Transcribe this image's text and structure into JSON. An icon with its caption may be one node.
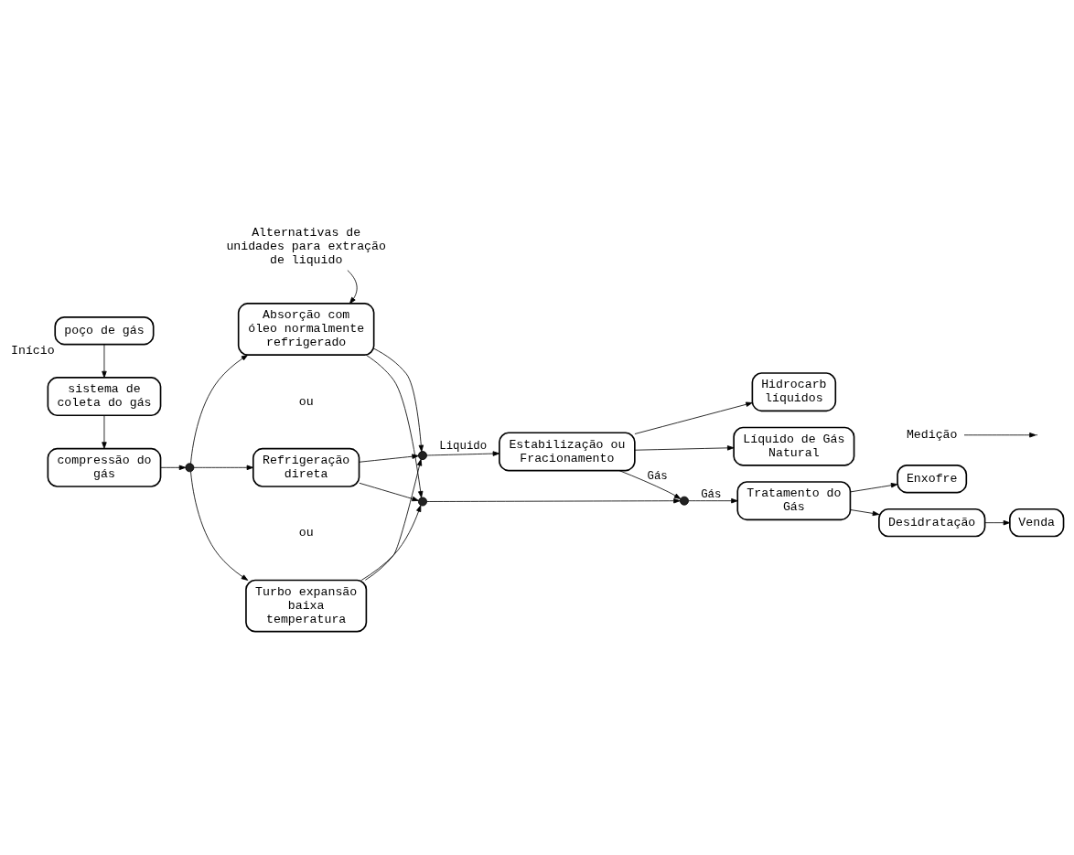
{
  "diagram": {
    "nodes": [
      {
        "text": [
          "poço de gás"
        ],
        "beside": [
          "Início"
        ]
      },
      {
        "text": [
          "sistema de coleta do gás"
        ]
      },
      {
        "text": [
          "compressão do gás"
        ]
      },
      {
        "text": [
          "Absorção com óleo normalmente refrigerado"
        ]
      },
      {
        "text": [
          "Refrigeração direta"
        ]
      },
      {
        "text": [
          "Turbo expansão baixa temperatura"
        ]
      },
      {
        "text": [],
        "shape": "circle"
      },
      {
        "text": [],
        "shape": "circle"
      },
      {
        "text": [],
        "shape": "circle"
      },
      {
        "text": [],
        "shape": "circle"
      },
      {
        "text": [
          "Tratamento do Gás"
        ]
      },
      {
        "text": [
          "Enxofre"
        ]
      },
      {
        "text": [
          "Desidratação"
        ]
      },
      {
        "text": [
          "Venda"
        ]
      },
      {
        "text": [
          "Estabilização ou Fracionamento"
        ]
      },
      {
        "text": [
          "Hidrocarb líquidos"
        ]
      },
      {
        "text": [
          "Líquido de Gás Natural"
        ]
      },
      {
        "text": [
          "Alternativas de unidades para extração de liquido"
        ]
      },
      {
        "text": [
          "Medição"
        ]
      }
    ],
    "edges": [
      {
        "from": 0,
        "to": 1,
        "arrow": "to"
      },
      {
        "from": 1,
        "to": 2,
        "arrow": "to"
      },
      {
        "from": 2,
        "to": 6,
        "arrow": "to"
      },
      {
        "from": 6,
        "to": 3,
        "arrow": "to"
      },
      {
        "from": 6,
        "to": 4,
        "arrow": "to"
      },
      {
        "from": 6,
        "to": 5,
        "arrow": "to"
      },
      {
        "from": 3,
        "to": 7,
        "arrow": "to"
      },
      {
        "from": 4,
        "to": 7,
        "arrow": "to"
      },
      {
        "from": 5,
        "to": 7,
        "arrow": "to"
      },
      {
        "from": 3,
        "to": 8,
        "arrow": "to"
      },
      {
        "from": 4,
        "to": 8,
        "arrow": "to"
      },
      {
        "from": 5,
        "to": 8,
        "arrow": "to"
      },
      {
        "from": 7,
        "to": 9,
        "arrow": "to"
      },
      {
        "from": 9,
        "to": 10,
        "arrow": "to",
        "label": "Gás"
      },
      {
        "from": 14,
        "to": 9,
        "arrow": "to",
        "label": "Gás"
      },
      {
        "from": 8,
        "to": 14,
        "arrow": "to",
        "label": "Liquido"
      },
      {
        "from": 10,
        "to": 11,
        "arrow": "to"
      },
      {
        "from": 10,
        "to": 12,
        "arrow": "to"
      },
      {
        "from": 12,
        "to": 13,
        "arrow": "to"
      },
      {
        "from": 14,
        "to": 15,
        "arrow": "to"
      },
      {
        "from": 14,
        "to": 16,
        "arrow": "to"
      },
      {
        "from": 17,
        "to": 3,
        "arrow": "to"
      },
      {
        "from": 18,
        "to": null,
        "arrow": "to"
      }
    ],
    "labels": [
      "ou",
      "ou"
    ]
  }
}
